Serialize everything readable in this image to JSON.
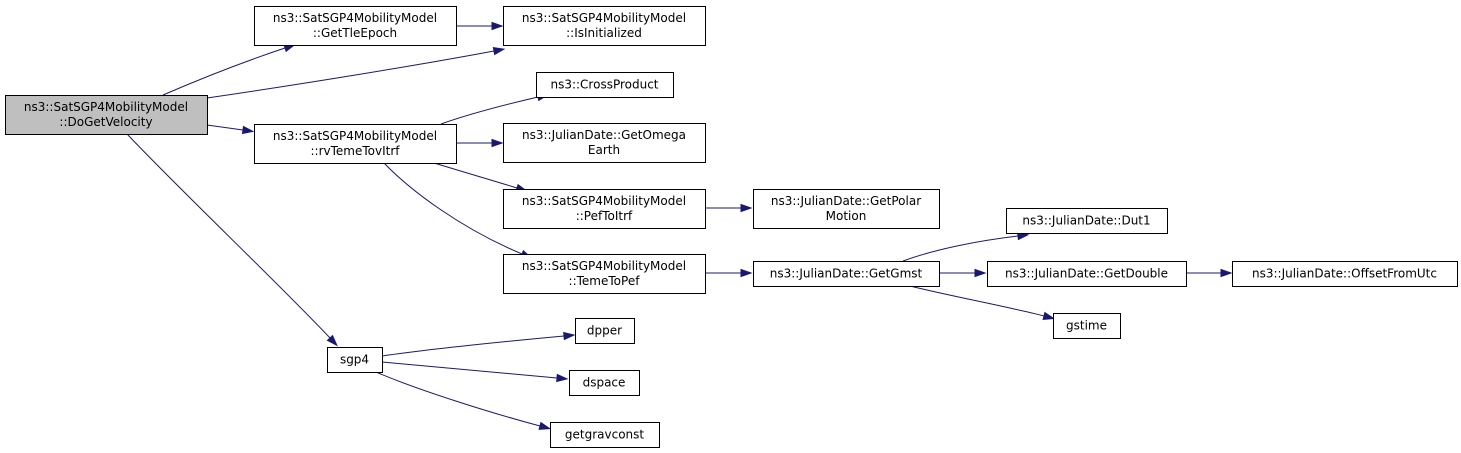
{
  "colors": {
    "edge": "#191970",
    "root_fill": "#bfbfbf",
    "node_fill": "#ffffff",
    "node_border": "#000000"
  },
  "nodes": {
    "root": [
      "ns3::SatSGP4MobilityModel",
      "::DoGetVelocity"
    ],
    "getTleEpoch": [
      "ns3::SatSGP4MobilityModel",
      "::GetTleEpoch"
    ],
    "isInitialized": [
      "ns3::SatSGP4MobilityModel",
      "::IsInitialized"
    ],
    "rvTemeTovItrf": [
      "ns3::SatSGP4MobilityModel",
      "::rvTemeTovItrf"
    ],
    "crossProduct": [
      "ns3::CrossProduct"
    ],
    "getOmegaEarth": [
      "ns3::JulianDate::GetOmega",
      "Earth"
    ],
    "pefToItrf": [
      "ns3::SatSGP4MobilityModel",
      "::PefToItrf"
    ],
    "temeToPef": [
      "ns3::SatSGP4MobilityModel",
      "::TemeToPef"
    ],
    "getPolarMotion": [
      "ns3::JulianDate::GetPolar",
      "Motion"
    ],
    "dut1": [
      "ns3::JulianDate::Dut1"
    ],
    "getGmst": [
      "ns3::JulianDate::GetGmst"
    ],
    "getDouble": [
      "ns3::JulianDate::GetDouble"
    ],
    "offsetFromUtc": [
      "ns3::JulianDate::OffsetFromUtc"
    ],
    "gstime": [
      "gstime"
    ],
    "sgp4": [
      "sgp4"
    ],
    "dpper": [
      "dpper"
    ],
    "dspace": [
      "dspace"
    ],
    "getgravconst": [
      "getgravconst"
    ]
  },
  "edges": [
    [
      "root",
      "getTleEpoch"
    ],
    [
      "root",
      "isInitialized"
    ],
    [
      "root",
      "rvTemeTovItrf"
    ],
    [
      "root",
      "sgp4"
    ],
    [
      "getTleEpoch",
      "isInitialized"
    ],
    [
      "rvTemeTovItrf",
      "crossProduct"
    ],
    [
      "rvTemeTovItrf",
      "getOmegaEarth"
    ],
    [
      "rvTemeTovItrf",
      "pefToItrf"
    ],
    [
      "rvTemeTovItrf",
      "temeToPef"
    ],
    [
      "pefToItrf",
      "getPolarMotion"
    ],
    [
      "temeToPef",
      "getGmst"
    ],
    [
      "getGmst",
      "dut1"
    ],
    [
      "getGmst",
      "getDouble"
    ],
    [
      "getGmst",
      "gstime"
    ],
    [
      "getDouble",
      "offsetFromUtc"
    ],
    [
      "sgp4",
      "dpper"
    ],
    [
      "sgp4",
      "dspace"
    ],
    [
      "sgp4",
      "getgravconst"
    ]
  ]
}
